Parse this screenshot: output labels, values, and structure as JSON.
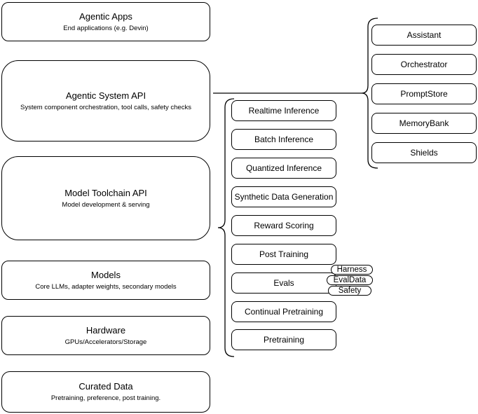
{
  "diagram": {
    "left_stack": [
      {
        "title": "Agentic Apps",
        "subtitle": "End applications (e.g. Devin)"
      },
      {
        "title": "Agentic System API",
        "subtitle": "System component orchestration, tool calls, safety checks"
      },
      {
        "title": "Model Toolchain API",
        "subtitle": "Model development & serving"
      },
      {
        "title": "Models",
        "subtitle": "Core LLMs, adapter weights, secondary models"
      },
      {
        "title": "Hardware",
        "subtitle": "GPUs/Accelerators/Storage"
      },
      {
        "title": "Curated Data",
        "subtitle": "Pretraining, preference, post training."
      }
    ],
    "toolchain_capabilities": {
      "items": [
        {
          "label": "Realtime Inference"
        },
        {
          "label": "Batch Inference"
        },
        {
          "label": "Quantized Inference"
        },
        {
          "label": "Synthetic Data Generation"
        },
        {
          "label": "Reward Scoring"
        },
        {
          "label": "Post Training"
        },
        {
          "label": "Evals"
        },
        {
          "label": "Continual Pretraining"
        },
        {
          "label": "Pretraining"
        }
      ],
      "evals_tags": [
        {
          "label": "Harness"
        },
        {
          "label": "EvalData"
        },
        {
          "label": "Safety"
        }
      ]
    },
    "agentic_components": {
      "items": [
        {
          "label": "Assistant"
        },
        {
          "label": "Orchestrator"
        },
        {
          "label": "PromptStore"
        },
        {
          "label": "MemoryBank"
        },
        {
          "label": "Shields"
        }
      ]
    },
    "colors": {
      "stroke": "#000000",
      "fill": "#ffffff",
      "text": "#000000"
    }
  }
}
